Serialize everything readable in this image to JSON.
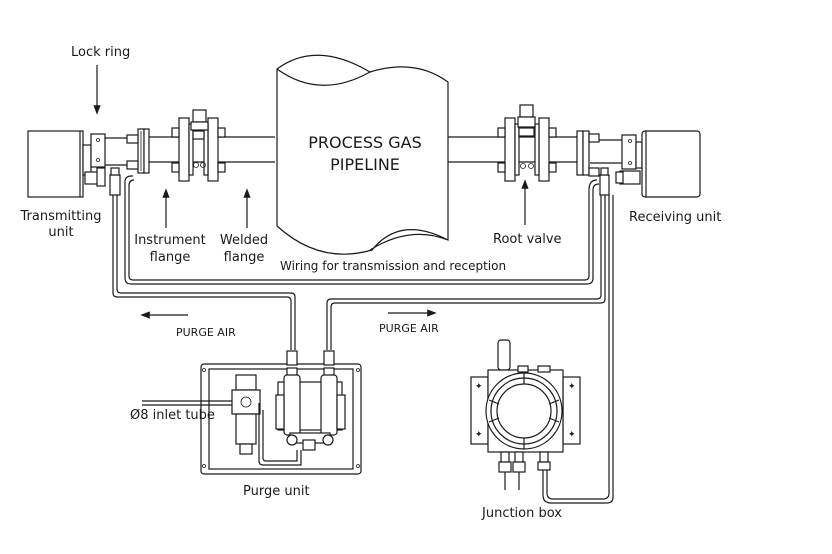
{
  "diagram": {
    "title": "Process gas analyzer installation diagram",
    "labels": {
      "lock_ring": "Lock ring",
      "transmitting_unit_line1": "Transmitting",
      "transmitting_unit_line2": "unit",
      "instrument_flange_line1": "Instrument",
      "instrument_flange_line2": "flange",
      "welded_flange_line1": "Welded",
      "welded_flange_line2": "flange",
      "pipeline_line1": "PROCESS GAS",
      "pipeline_line2": "PIPELINE",
      "wiring": "Wiring for transmission and reception",
      "root_valve": "Root valve",
      "receiving_unit": "Receiving unit",
      "purge_air_left": "PURGE AIR",
      "purge_air_right": "PURGE AIR",
      "inlet_tube": "Ø8 inlet tube",
      "purge_unit": "Purge unit",
      "junction_box": "Junction box"
    },
    "components": [
      "transmitting-unit",
      "lock-ring",
      "instrument-flange",
      "welded-flange",
      "process-gas-pipeline",
      "root-valve",
      "receiving-unit",
      "purge-unit",
      "junction-box"
    ],
    "colors": {
      "line": "#1a1a1a",
      "background": "#ffffff"
    }
  }
}
